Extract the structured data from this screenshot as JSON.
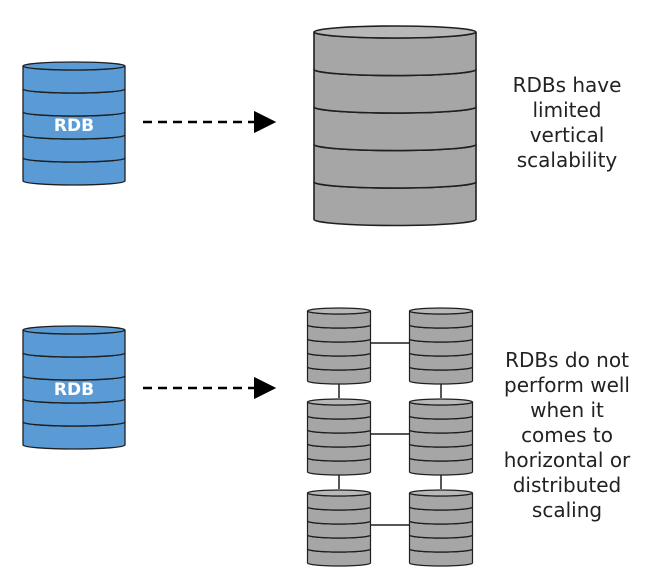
{
  "colors": {
    "rdb_fill": "#5b9bd5",
    "rdb_stroke": "#1f1f1f",
    "server_fill": "#a6a6a6",
    "server_top": "#b8b8b8",
    "server_stroke": "#1f1f1f",
    "arrow": "#000000",
    "text": "#222222"
  },
  "top_section": {
    "rdb_label": "RDB",
    "caption_lines": [
      "RDBs have",
      "limited",
      "vertical",
      "scalability"
    ]
  },
  "bottom_section": {
    "rdb_label": "RDB",
    "caption_lines": [
      "RDBs do not",
      "perform well",
      "when it",
      "comes to",
      "horizontal or",
      "distributed",
      "scaling"
    ]
  }
}
